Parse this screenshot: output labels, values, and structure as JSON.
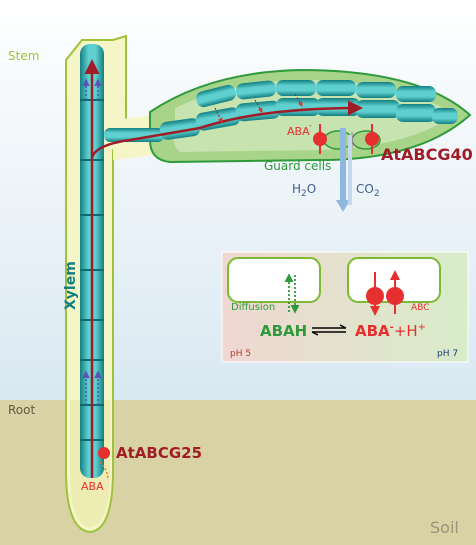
{
  "diagram": {
    "labels": {
      "stem": "Stem",
      "root": "Root",
      "soil": "Soil",
      "xylem": "Xylem",
      "guard_cells": "Guard cells",
      "h2o": "H",
      "h2o_sub": "2",
      "h2o_tail": "O",
      "co2": "CO",
      "co2_sub": "2",
      "atabcg40": "AtABCG40",
      "atabcg25": "AtABCG25",
      "aba_leaf": "ABA",
      "aba_root": "ABA"
    },
    "inset": {
      "diffusion": "Diffusion",
      "abc": "ABC",
      "abah": "ABAH",
      "aba_ion": "ABA",
      "aba_ion_sup": "-",
      "plus_h": "+H",
      "plus_h_sup": "+",
      "ph_left": "pH 5",
      "ph_right": "pH 7"
    },
    "colors": {
      "soil_band": "#d8d2a4",
      "sky_band": "#dce9f1",
      "plant_fill": "#f4f6c8",
      "plant_outline": "#9ec23a",
      "leaf_fill": "#a8d48a",
      "leaf_outline": "#2e9a3a",
      "xylem_cells": "#2aa6a6",
      "xylem_dark": "#137f82",
      "flow_arrow": "#a01c26",
      "transporter": "#e63030",
      "diffusion_green": "#2e9a3a",
      "water_arrow": "#8fb8e0",
      "dark_red_text": "#a01c26",
      "stem_text": "#9ec23a"
    }
  }
}
